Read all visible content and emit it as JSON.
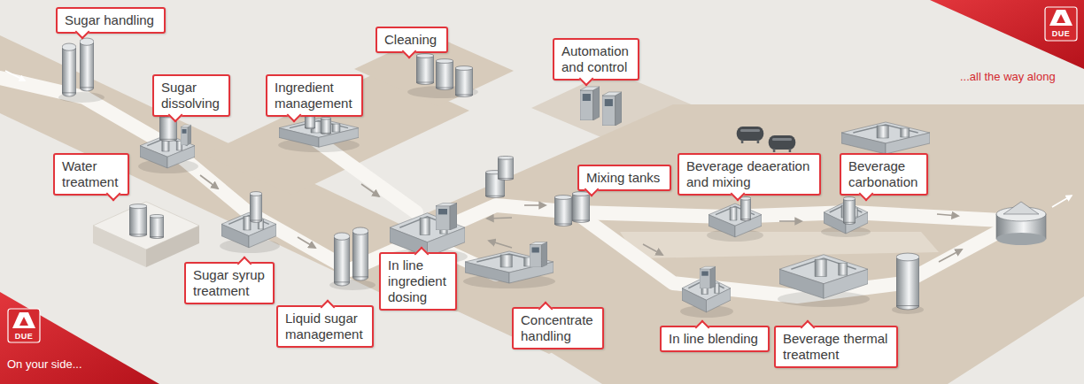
{
  "diagram": {
    "nodes": [
      {
        "text": [
          "Sugar handling"
        ]
      },
      {
        "text": [
          "Cleaning"
        ]
      },
      {
        "text": [
          "Automation and control"
        ]
      },
      {
        "text": [
          "Sugar dissolving"
        ]
      },
      {
        "text": [
          "Ingredient management"
        ]
      },
      {
        "text": [
          "Water treatment"
        ]
      },
      {
        "text": [
          "Mixing tanks"
        ]
      },
      {
        "text": [
          "Beverage deaeration and mixing"
        ]
      },
      {
        "text": [
          "Beverage carbonation"
        ]
      },
      {
        "text": [
          "Sugar syrup treatment"
        ]
      },
      {
        "text": [
          "In line ingredient dosing"
        ]
      },
      {
        "text": [
          "Liquid sugar management"
        ]
      },
      {
        "text": [
          "Concentrate handling"
        ]
      },
      {
        "text": [
          "In line blending"
        ]
      },
      {
        "text": [
          "Beverage thermal treatment"
        ]
      }
    ],
    "labels": [
      "DUE",
      "...all the way along",
      "DUE",
      "On your side..."
    ]
  }
}
